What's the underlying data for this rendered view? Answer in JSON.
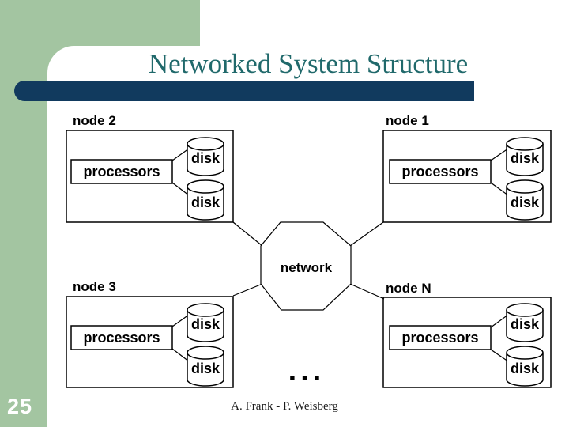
{
  "slide": {
    "title": "Networked System Structure",
    "page_number": "25",
    "footer": "A. Frank - P. Weisberg",
    "continuation_ellipsis": "..."
  },
  "network": {
    "label": "network"
  },
  "nodes": [
    {
      "label": "node 2",
      "processors": "processors",
      "disk1": "disk",
      "disk2": "disk"
    },
    {
      "label": "node 1",
      "processors": "processors",
      "disk1": "disk",
      "disk2": "disk"
    },
    {
      "label": "node 3",
      "processors": "processors",
      "disk1": "disk",
      "disk2": "disk"
    },
    {
      "label": "node N",
      "processors": "processors",
      "disk1": "disk",
      "disk2": "disk"
    }
  ],
  "colors": {
    "accent_green": "#A3C5A1",
    "accent_navy": "#113A5E",
    "title_teal": "#20696B",
    "diagram_line": "#000000",
    "page_number_text": "#FFFFFF"
  }
}
